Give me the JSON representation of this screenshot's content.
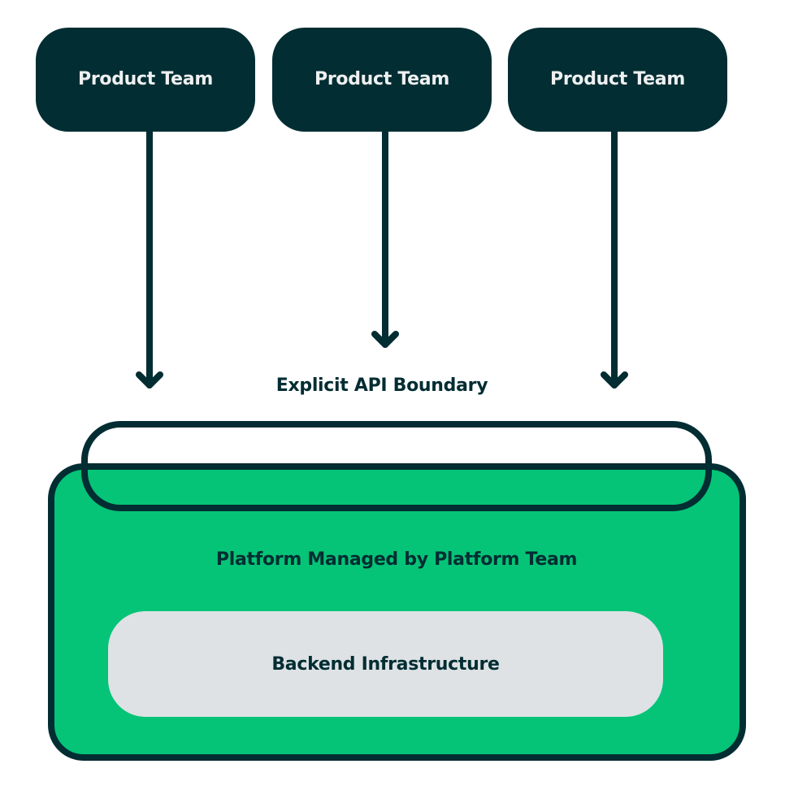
{
  "diagram": {
    "product_teams": [
      {
        "label": "Product Team"
      },
      {
        "label": "Product Team"
      },
      {
        "label": "Product Team"
      }
    ],
    "api_boundary": {
      "label": "Explicit API Boundary"
    },
    "platform": {
      "label": "Platform Managed by Platform Team"
    },
    "backend": {
      "label": "Backend Infrastructure"
    },
    "edges": [
      {
        "from": "product_teams.0",
        "to": "api_boundary"
      },
      {
        "from": "product_teams.1",
        "to": "api_boundary"
      },
      {
        "from": "product_teams.2",
        "to": "api_boundary"
      }
    ]
  },
  "colors": {
    "dark": "#022d32",
    "platform_green": "#05c477",
    "backend_gray": "#dee2e5",
    "team_text": "#eef0f1",
    "background": "#ffffff"
  }
}
